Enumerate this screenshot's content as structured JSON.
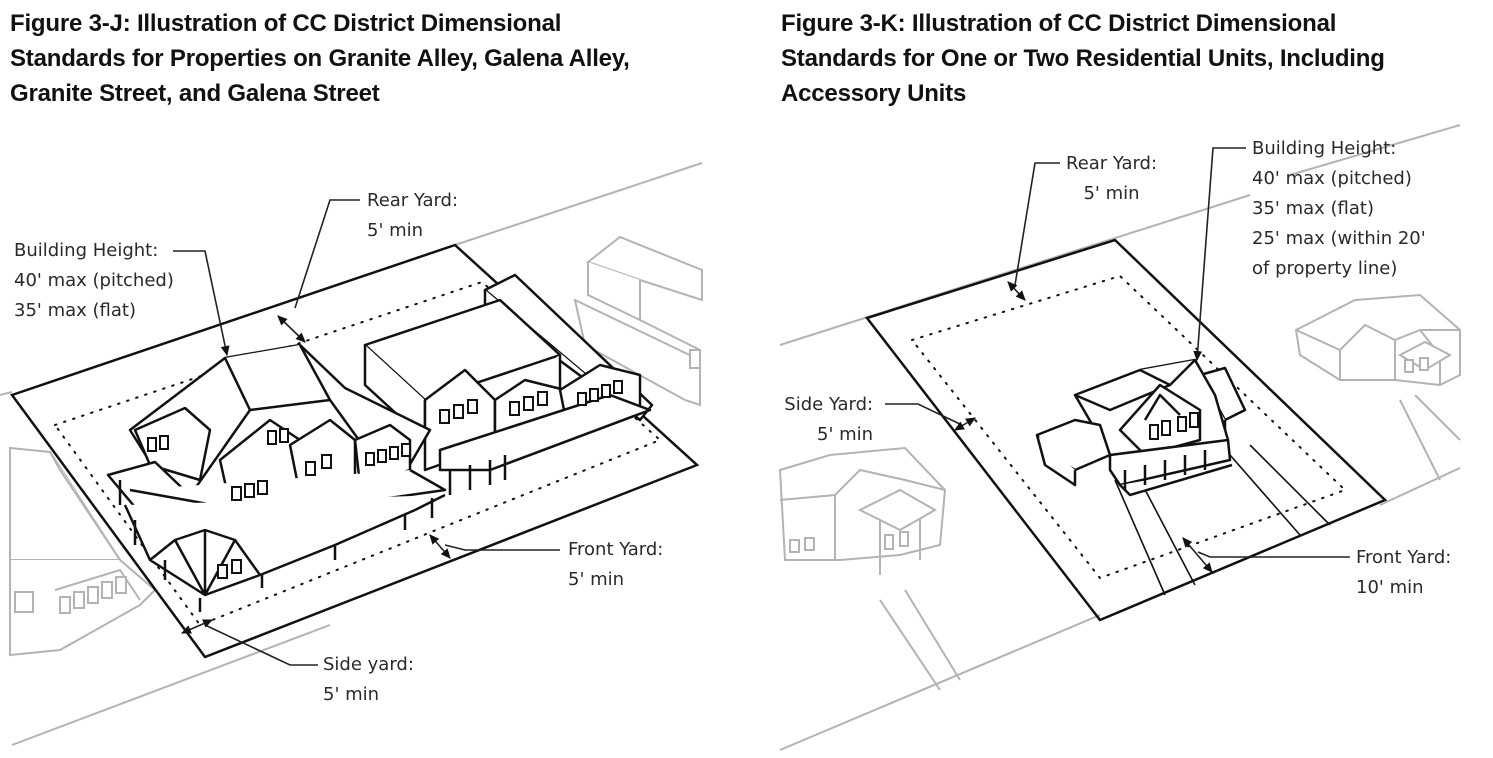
{
  "figure_j": {
    "title_lines": [
      "Figure 3-J:  Illustration of CC District Dimensional",
      "Standards for Properties on Granite Alley, Galena Alley,",
      "Granite Street, and Galena Street"
    ],
    "labels": {
      "rear_yard": [
        "Rear Yard:",
        "5' min"
      ],
      "building_height": [
        "Building Height:",
        "40' max (pitched)",
        "35' max (flat)"
      ],
      "front_yard": [
        "Front Yard:",
        "5' min"
      ],
      "side_yard": [
        "Side yard:",
        "5' min"
      ]
    }
  },
  "figure_k": {
    "title_lines": [
      "Figure 3-K:  Illustration of CC District Dimensional",
      "Standards for One or Two Residential Units, Including",
      "Accessory Units"
    ],
    "labels": {
      "rear_yard": [
        "Rear Yard:",
        "5' min"
      ],
      "building_height": [
        "Building Height:",
        "40' max (pitched)",
        "35' max (flat)",
        "25' max (within 20'",
        "of property line)"
      ],
      "side_yard": [
        "Side Yard:",
        "5' min"
      ],
      "front_yard": [
        "Front Yard:",
        "10' min"
      ]
    }
  },
  "colors": {
    "ink": "#111111",
    "context_gray": "#b3b3b3",
    "label_text": "#2a2a2a"
  }
}
